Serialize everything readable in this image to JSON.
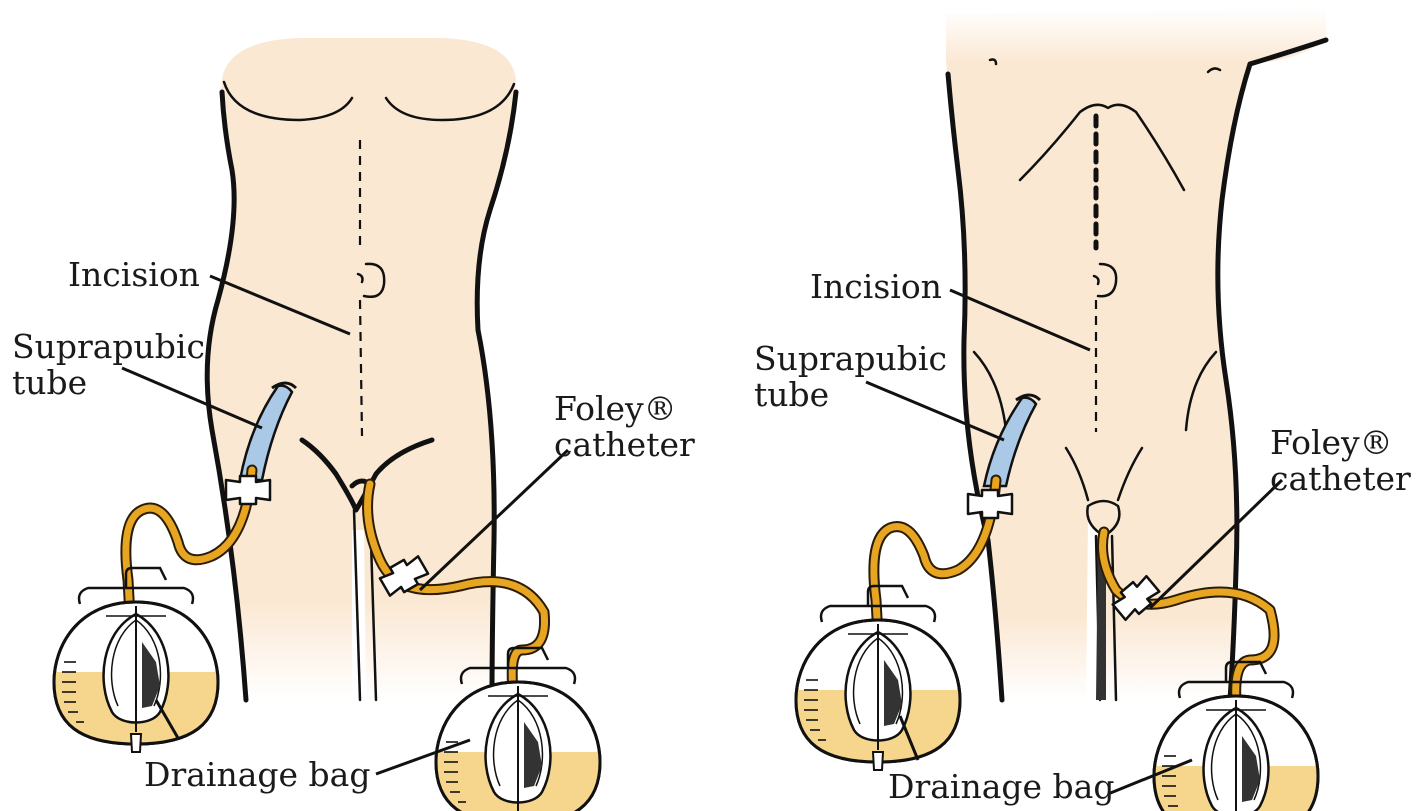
{
  "figures": [
    {
      "id": "female",
      "labels": {
        "incision": "Incision",
        "suprapubic_line1": "Suprapubic",
        "suprapubic_line2": "tube",
        "foley_line1": "Foley®",
        "foley_line2": "catheter",
        "drainage": "Drainage bag"
      }
    },
    {
      "id": "male",
      "labels": {
        "incision": "Incision",
        "suprapubic_line1": "Suprapubic",
        "suprapubic_line2": "tube",
        "foley_line1": "Foley®",
        "foley_line2": "catheter",
        "drainage": "Drainage bag"
      }
    }
  ],
  "colors": {
    "skin": "#fbe8d3",
    "tube_orange": "#e7a521",
    "tube_blue": "#a9c9e6",
    "urine": "#f6d68c",
    "outline": "#111111",
    "background": "#ffffff"
  }
}
